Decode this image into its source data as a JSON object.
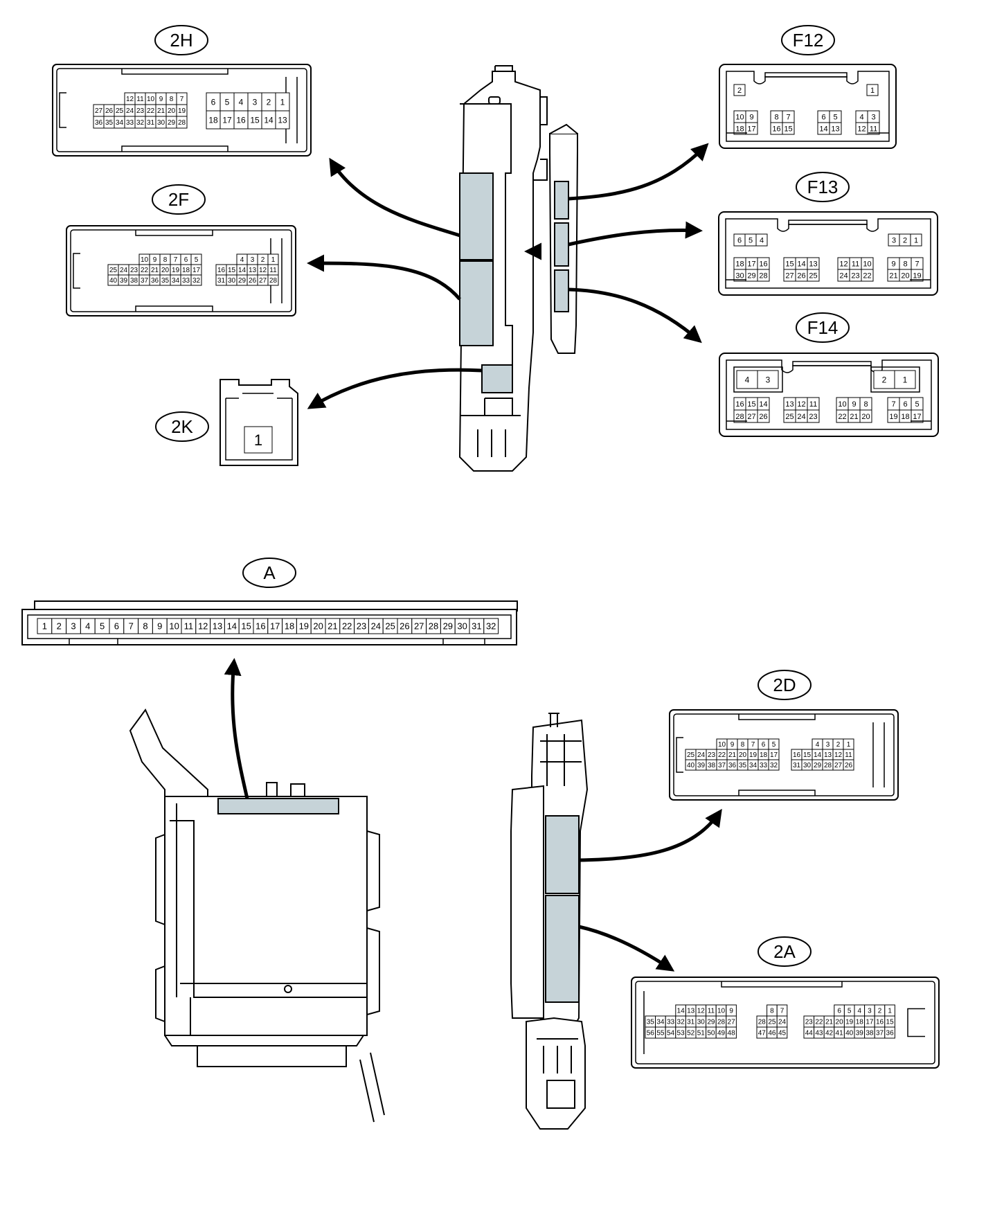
{
  "colors": {
    "highlight": "#c6d3d8",
    "line": "#000000",
    "background": "#ffffff"
  },
  "connectors": [
    {
      "id": "2H",
      "label": "2H",
      "groups": [
        {
          "rows": [
            [
              "12",
              "11",
              "10",
              "9",
              "8",
              "7"
            ],
            [
              "27",
              "26",
              "25",
              "24",
              "23",
              "22",
              "21",
              "20",
              "19"
            ],
            [
              "36",
              "35",
              "34",
              "33",
              "32",
              "31",
              "30",
              "29",
              "28"
            ]
          ]
        },
        {
          "rows": [
            [
              "6",
              "5",
              "4",
              "3",
              "2",
              "1"
            ],
            [
              "18",
              "17",
              "16",
              "15",
              "14",
              "13"
            ]
          ]
        }
      ]
    },
    {
      "id": "2F",
      "label": "2F",
      "groups": [
        {
          "rows": [
            [
              "10",
              "9",
              "8",
              "7",
              "6",
              "5"
            ],
            [
              "25",
              "24",
              "23",
              "22",
              "21",
              "20",
              "19",
              "18",
              "17"
            ],
            [
              "40",
              "39",
              "38",
              "37",
              "36",
              "35",
              "34",
              "33",
              "32"
            ]
          ]
        },
        {
          "rows": [
            [
              "4",
              "3",
              "2",
              "1"
            ],
            [
              "16",
              "15",
              "14",
              "13",
              "12",
              "11"
            ],
            [
              "31",
              "30",
              "29",
              "26",
              "27",
              "28"
            ]
          ]
        }
      ]
    },
    {
      "id": "2K",
      "label": "2K",
      "groups": [
        {
          "rows": [
            [
              "1"
            ]
          ]
        }
      ]
    },
    {
      "id": "F12",
      "label": "F12",
      "top_left": [
        "2"
      ],
      "top_right": [
        "1"
      ],
      "groups": [
        {
          "rows": [
            [
              "10",
              "9"
            ],
            [
              "18",
              "17"
            ]
          ]
        },
        {
          "rows": [
            [
              "8",
              "7"
            ],
            [
              "16",
              "15"
            ]
          ]
        },
        {
          "rows": [
            [
              "6",
              "5"
            ],
            [
              "14",
              "13"
            ]
          ]
        },
        {
          "rows": [
            [
              "4",
              "3"
            ],
            [
              "12",
              "11"
            ]
          ]
        }
      ]
    },
    {
      "id": "F13",
      "label": "F13",
      "top_left": [
        "6",
        "5",
        "4"
      ],
      "top_right": [
        "3",
        "2",
        "1"
      ],
      "groups": [
        {
          "rows": [
            [
              "18",
              "17",
              "16"
            ],
            [
              "30",
              "29",
              "28"
            ]
          ]
        },
        {
          "rows": [
            [
              "15",
              "14",
              "13"
            ],
            [
              "27",
              "26",
              "25"
            ]
          ]
        },
        {
          "rows": [
            [
              "12",
              "11",
              "10"
            ],
            [
              "24",
              "23",
              "22"
            ]
          ]
        },
        {
          "rows": [
            [
              "9",
              "8",
              "7"
            ],
            [
              "21",
              "20",
              "19"
            ]
          ]
        }
      ]
    },
    {
      "id": "F14",
      "label": "F14",
      "top_left": [
        "4",
        "3"
      ],
      "top_right": [
        "2",
        "1"
      ],
      "groups": [
        {
          "rows": [
            [
              "16",
              "15",
              "14"
            ],
            [
              "28",
              "27",
              "26"
            ]
          ]
        },
        {
          "rows": [
            [
              "13",
              "12",
              "11"
            ],
            [
              "25",
              "24",
              "23"
            ]
          ]
        },
        {
          "rows": [
            [
              "10",
              "9",
              "8"
            ],
            [
              "22",
              "21",
              "20"
            ]
          ]
        },
        {
          "rows": [
            [
              "7",
              "6",
              "5"
            ],
            [
              "19",
              "18",
              "17"
            ]
          ]
        }
      ]
    },
    {
      "id": "A",
      "label": "A",
      "groups": [
        {
          "rows": [
            [
              "1",
              "2",
              "3",
              "4",
              "5",
              "6",
              "7",
              "8",
              "9",
              "10",
              "11",
              "12",
              "13",
              "14",
              "15",
              "16",
              "17",
              "18",
              "19",
              "20",
              "21",
              "22",
              "23",
              "24",
              "25",
              "26",
              "27",
              "28",
              "29",
              "30",
              "31",
              "32"
            ]
          ]
        }
      ]
    },
    {
      "id": "2D",
      "label": "2D",
      "groups": [
        {
          "rows": [
            [
              "10",
              "9",
              "8",
              "7",
              "6",
              "5"
            ],
            [
              "25",
              "24",
              "23",
              "22",
              "21",
              "20",
              "19",
              "18",
              "17"
            ],
            [
              "40",
              "39",
              "38",
              "37",
              "36",
              "35",
              "34",
              "33",
              "32"
            ]
          ]
        },
        {
          "rows": [
            [
              "4",
              "3",
              "2",
              "1"
            ],
            [
              "16",
              "15",
              "14",
              "13",
              "12",
              "11"
            ],
            [
              "31",
              "30",
              "29",
              "28",
              "27",
              "26"
            ]
          ]
        }
      ]
    },
    {
      "id": "2A",
      "label": "2A",
      "groups": [
        {
          "rows": [
            [
              "14",
              "13",
              "12",
              "11",
              "10",
              "9"
            ],
            [
              "35",
              "34",
              "33",
              "32",
              "31",
              "30",
              "29",
              "28",
              "27"
            ],
            [
              "56",
              "55",
              "54",
              "53",
              "52",
              "51",
              "50",
              "49",
              "48"
            ]
          ]
        },
        {
          "rows": [
            [
              "8",
              "7"
            ],
            [
              "28",
              "25",
              "24"
            ],
            [
              "47",
              "46",
              "45"
            ]
          ]
        },
        {
          "rows": [
            [
              "6",
              "5",
              "4",
              "3",
              "2",
              "1"
            ],
            [
              "23",
              "22",
              "21",
              "20",
              "19",
              "18",
              "17",
              "16",
              "15"
            ],
            [
              "44",
              "43",
              "42",
              "41",
              "40",
              "39",
              "38",
              "37",
              "36"
            ]
          ]
        }
      ]
    }
  ]
}
